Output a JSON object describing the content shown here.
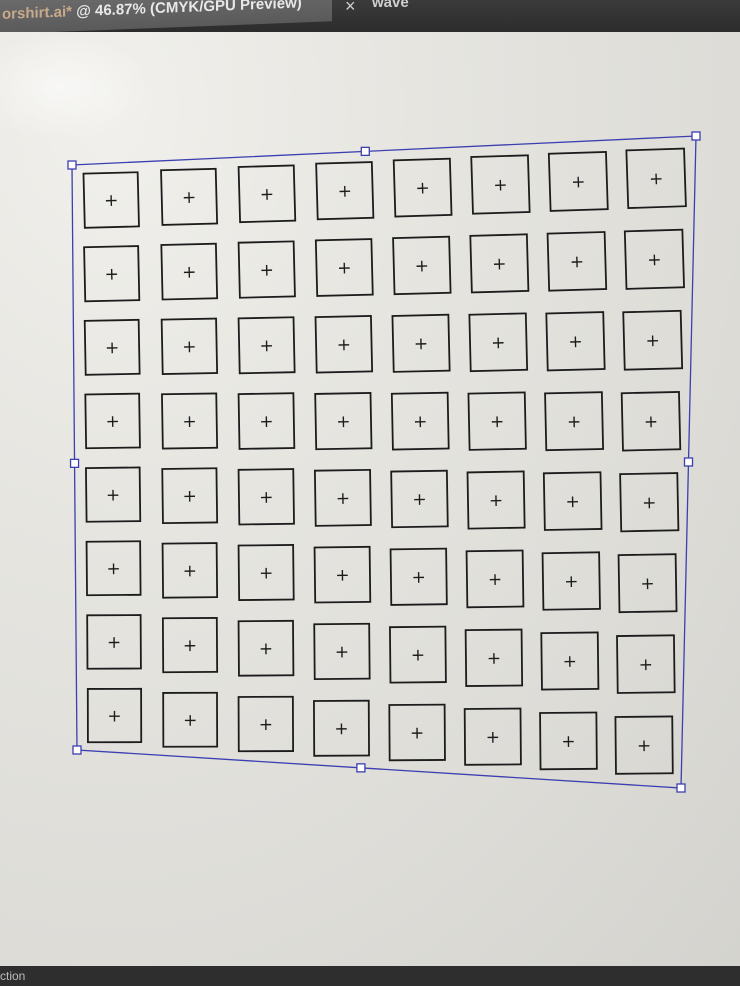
{
  "window": {
    "active_tab_filename": "orshirt.ai*",
    "active_tab_status": " @ 46.87% (CMYK/GPU Preview)",
    "close_glyph": "×",
    "next_tab_label": "wave"
  },
  "artboard": {
    "rows": 8,
    "cols": 8,
    "cell_glyph": "+",
    "selection_color": "#3b3fb0",
    "square_stroke": "#1c1c1c"
  },
  "statusbar": {
    "label": "ction"
  },
  "icons": {
    "close": "close-icon",
    "crosshair": "crosshair-icon"
  }
}
